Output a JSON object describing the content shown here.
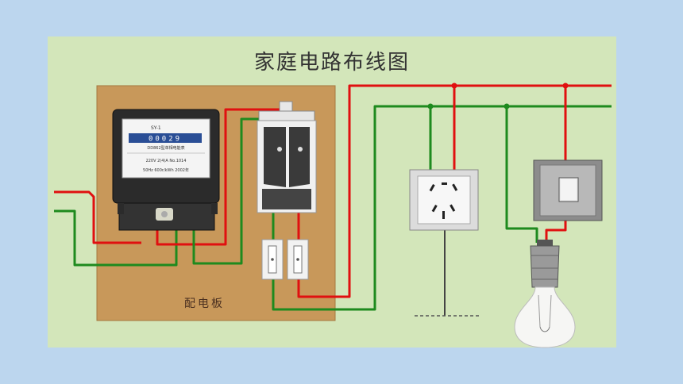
{
  "title": "家庭电路布线图",
  "board_label": "配电板",
  "meter": {
    "model": "SY-1",
    "reading": "00029",
    "description": "DD862型单相电能表",
    "spec_line1": "220V   2(4)A   No.1014",
    "spec_line2": "50Hz   600r/kWh   2002年"
  },
  "colors": {
    "background": "#bcd6ee",
    "slide": "#d3e6ba",
    "board": "#c8985a",
    "live_wire": "#e01010",
    "neutral_wire": "#1e8a1e"
  }
}
